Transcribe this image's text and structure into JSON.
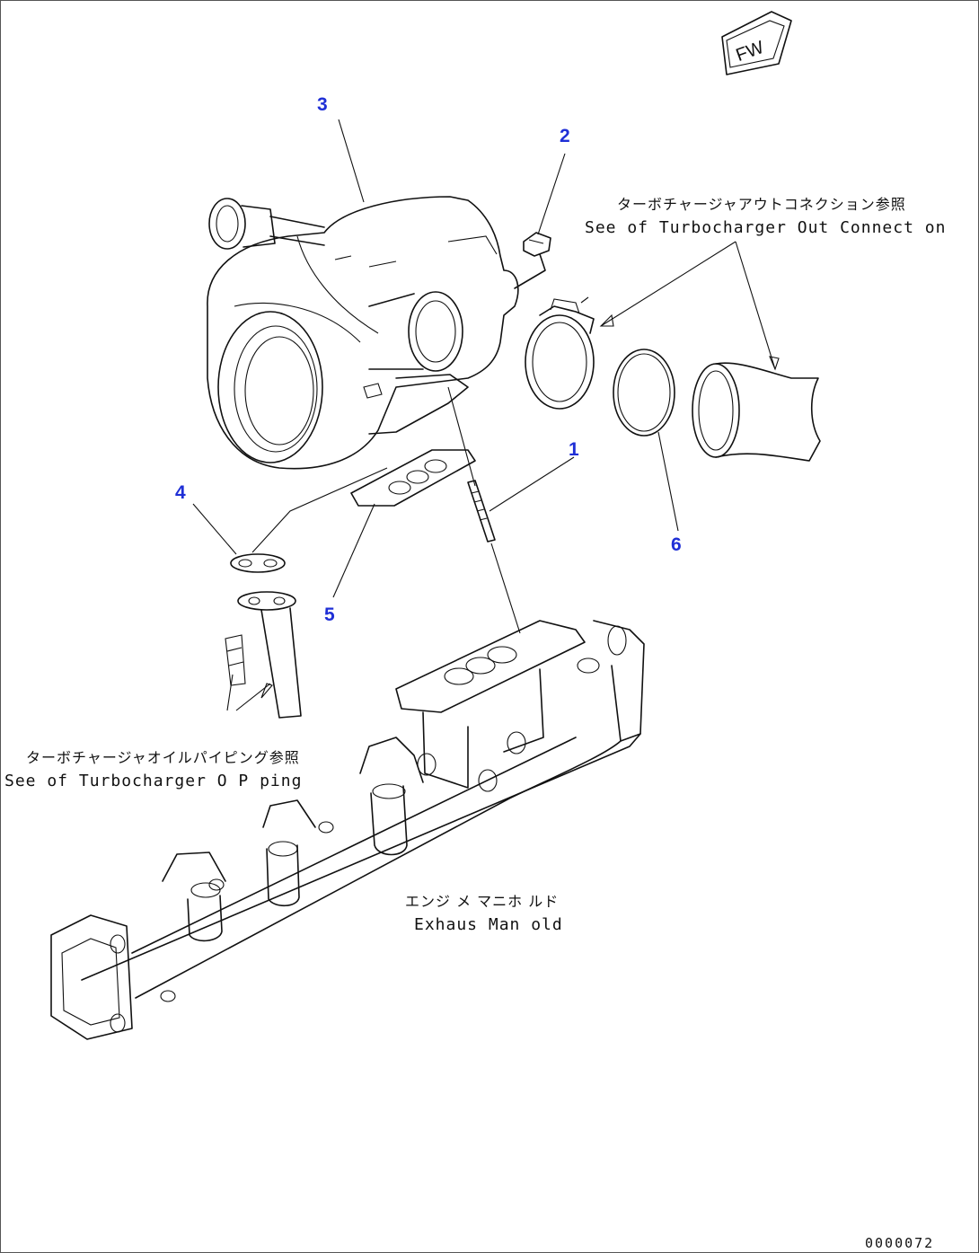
{
  "callouts": {
    "c1": "1",
    "c2": "2",
    "c3": "3",
    "c4": "4",
    "c5": "5",
    "c6": "6"
  },
  "notes": {
    "out_connection_jp": "ターボチャージャアウトコネクション参照",
    "out_connection_en": "See of Turbocharger Out Connect on",
    "oil_piping_jp": "ターボチャージャオイルパイピング参照",
    "oil_piping_en": "See of Turbocharger O  P ping",
    "manifold_jp": "エンジ メ マニホ ルド",
    "manifold_en": "Exhaus  Man  old"
  },
  "orientation_mark": "FW",
  "drawing_code": "0000072",
  "colors": {
    "callout": "#1f2fd6",
    "line": "#111111"
  }
}
